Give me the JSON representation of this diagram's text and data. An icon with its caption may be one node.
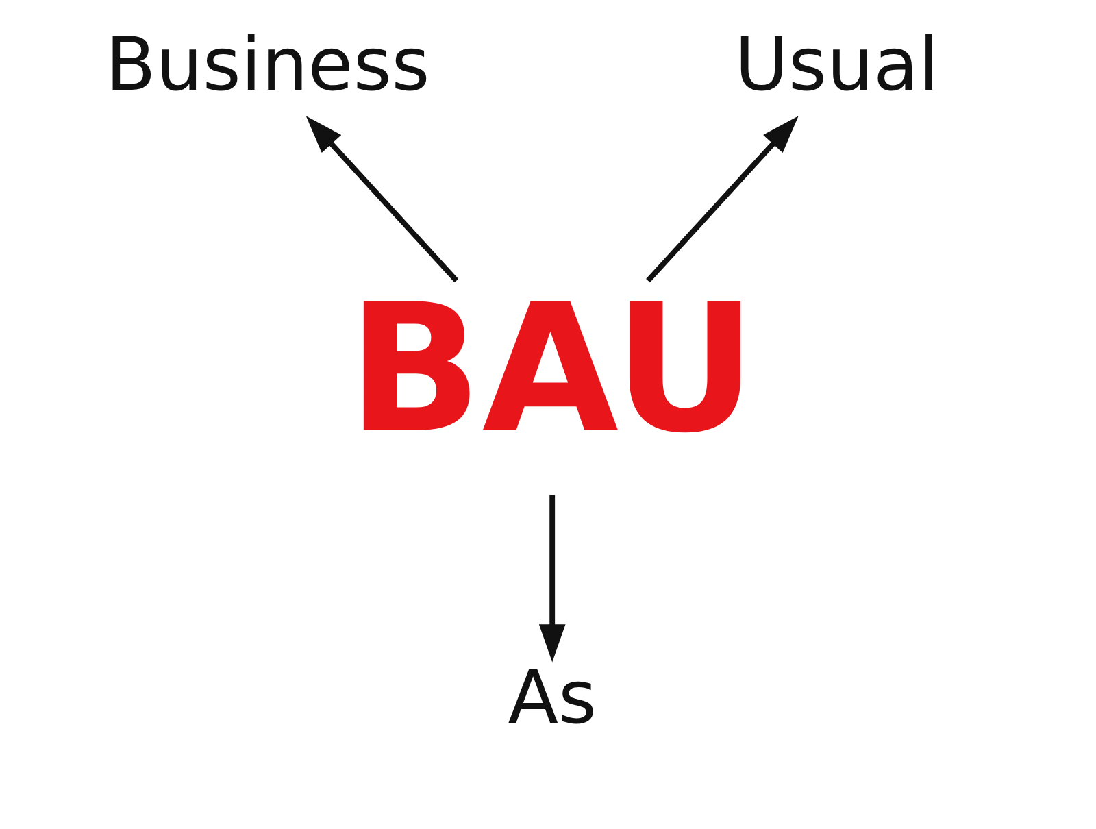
{
  "diagram": {
    "nodes": [
      {
        "text": [
          "Business"
        ]
      },
      {
        "text": [
          "Usual"
        ]
      },
      {
        "text": [
          "BAU"
        ]
      },
      {
        "text": [
          "As"
        ]
      }
    ],
    "edges": [
      {
        "from": 2,
        "to": 0,
        "arrow": "to"
      },
      {
        "from": 2,
        "to": 1,
        "arrow": "to"
      },
      {
        "from": 2,
        "to": 3,
        "arrow": "to"
      }
    ]
  }
}
